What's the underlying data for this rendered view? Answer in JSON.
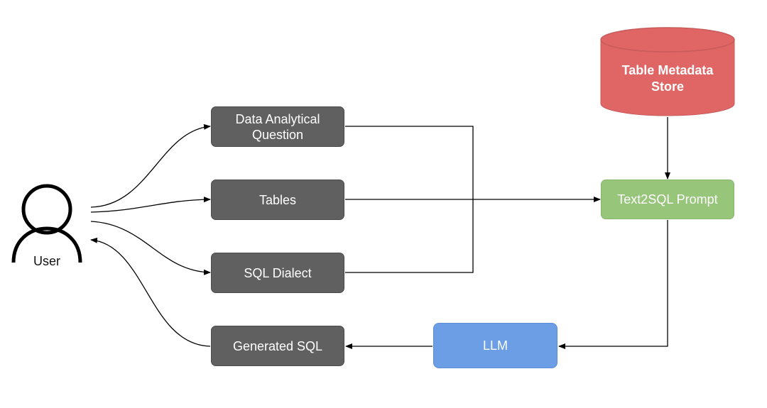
{
  "actor": {
    "label": "User"
  },
  "inputs": {
    "question": "Data Analytical\nQuestion",
    "tables": "Tables",
    "dialect": "SQL Dialect"
  },
  "output": {
    "generated_sql": "Generated SQL"
  },
  "metadata_store": {
    "label": "Table Metadata\nStore"
  },
  "prompt": {
    "label": "Text2SQL Prompt"
  },
  "llm": {
    "label": "LLM"
  },
  "colors": {
    "input_box": "#606060",
    "metadata_store": "#e06666",
    "prompt": "#97c57a",
    "llm": "#6c9ee6",
    "connector": "#000000"
  }
}
